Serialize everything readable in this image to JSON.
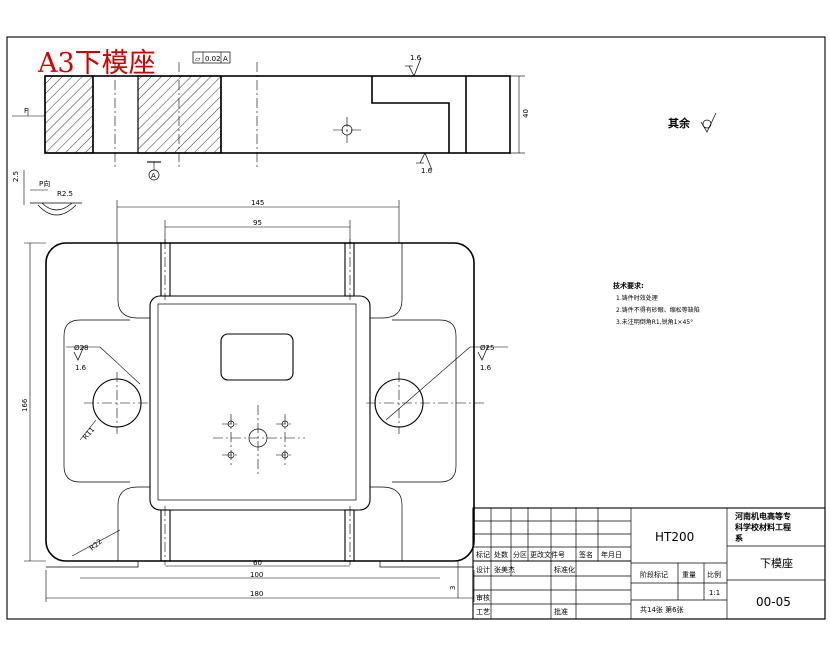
{
  "title_overlay": "A3下模座",
  "flatness_box": {
    "symbol": "▱",
    "value": "0.02",
    "datum": "A"
  },
  "datum_label": "A",
  "force_label": "F",
  "roughness": {
    "top": "1.6",
    "bottom": "1.6",
    "left_hole": "1.6",
    "right_hole": "1.6",
    "other": "其余"
  },
  "detail": {
    "scale_label": "P向",
    "dim_r": "R2.5",
    "dim_h": "2.5"
  },
  "dimensions": {
    "height_40": "40",
    "width_145": "145",
    "width_95": "95",
    "dia_left": "Ø28",
    "dia_right": "Ø25",
    "radius_r11": "R11",
    "height_166": "166",
    "width_60": "60",
    "width_100": "100",
    "width_180": "180",
    "height_3": "3",
    "r22": "R22"
  },
  "tech_requirements": {
    "heading": "技术要求:",
    "items": [
      "1.铸件时效处理",
      "2.铸件不得有砂眼、缩松等缺陷",
      "3.未注明倒角R1,锐角1×45°"
    ]
  },
  "title_block": {
    "material": "HT200",
    "school": "河南机电高等专科学校材料工程系",
    "part_name": "下模座",
    "drawing_no": "00-05",
    "scale": "1:1",
    "sheets": "共14张 第6张",
    "labels": {
      "mark": "标记",
      "count": "处数",
      "zone": "分区",
      "change_doc": "更改文件号",
      "signature": "签名",
      "date": "年月日",
      "design": "设计",
      "standard": "标准化",
      "process": "工艺",
      "approve": "批准",
      "review": "审核",
      "stage_mark": "阶段标记",
      "weight": "重量",
      "scale_label": "比例",
      "design_name": "张美杰"
    }
  }
}
